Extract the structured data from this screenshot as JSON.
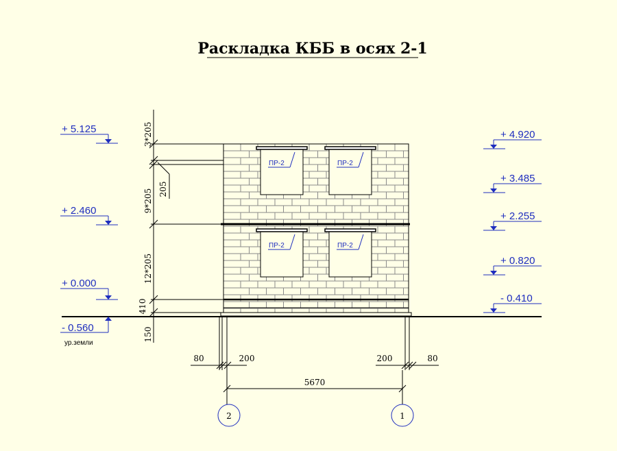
{
  "title": "Раскладка КББ в осях 2-1",
  "levels_left": [
    "+ 5.125",
    "+ 2.460",
    "+ 0.000",
    "- 0.560"
  ],
  "levels_right": [
    "+ 4.920",
    "+ 3.485",
    "+ 2.255",
    "+ 0.820",
    "- 0.410"
  ],
  "ground_label": "ур.земли",
  "vertical_dims": [
    "3*205",
    "205",
    "9*205",
    "12*205",
    "410",
    "150"
  ],
  "horizontal_dims": {
    "left_80": "80",
    "left_200": "200",
    "right_200": "200",
    "right_80": "80",
    "span": "5670"
  },
  "lintel_label": "ПР-2",
  "axes": [
    "2",
    "1"
  ],
  "colors": {
    "background": "#ffffe7",
    "annotation": "#1e2dbe",
    "line": "#000000",
    "brick": "#8a8a8a"
  }
}
